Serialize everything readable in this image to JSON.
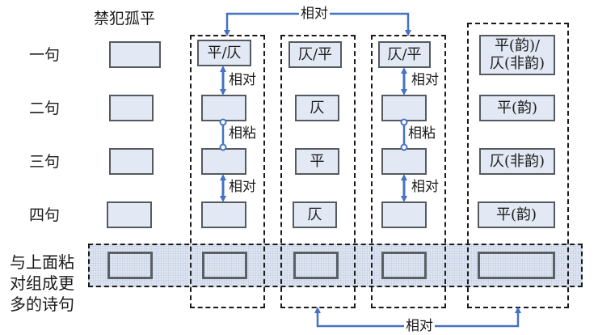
{
  "header": {
    "title": "禁犯孤平"
  },
  "row_labels": [
    "一句",
    "二句",
    "三句",
    "四句"
  ],
  "bottom_label": [
    "与上面粘",
    "对组成更",
    "多的诗句"
  ],
  "columns": [
    {
      "cells": [
        "平/仄",
        "",
        "",
        ""
      ],
      "links": [
        "相对",
        "相粘",
        "相对"
      ]
    },
    {
      "cells": [
        "仄/平",
        "仄",
        "平",
        "仄"
      ]
    },
    {
      "cells": [
        "仄/平",
        "",
        "",
        ""
      ],
      "links": [
        "相对",
        "相粘",
        "相对"
      ]
    },
    {
      "cells": [
        "平(韵)/\n仄(非韵)",
        "平(韵)",
        "仄(非韵)",
        "平(韵)"
      ]
    }
  ],
  "top_connector": {
    "label": "相对"
  },
  "bottom_connector": {
    "label": "相对"
  },
  "colors": {
    "arrow": "#4472c4",
    "box_fill": "#e3e9f4",
    "box_border": "#555a60"
  }
}
